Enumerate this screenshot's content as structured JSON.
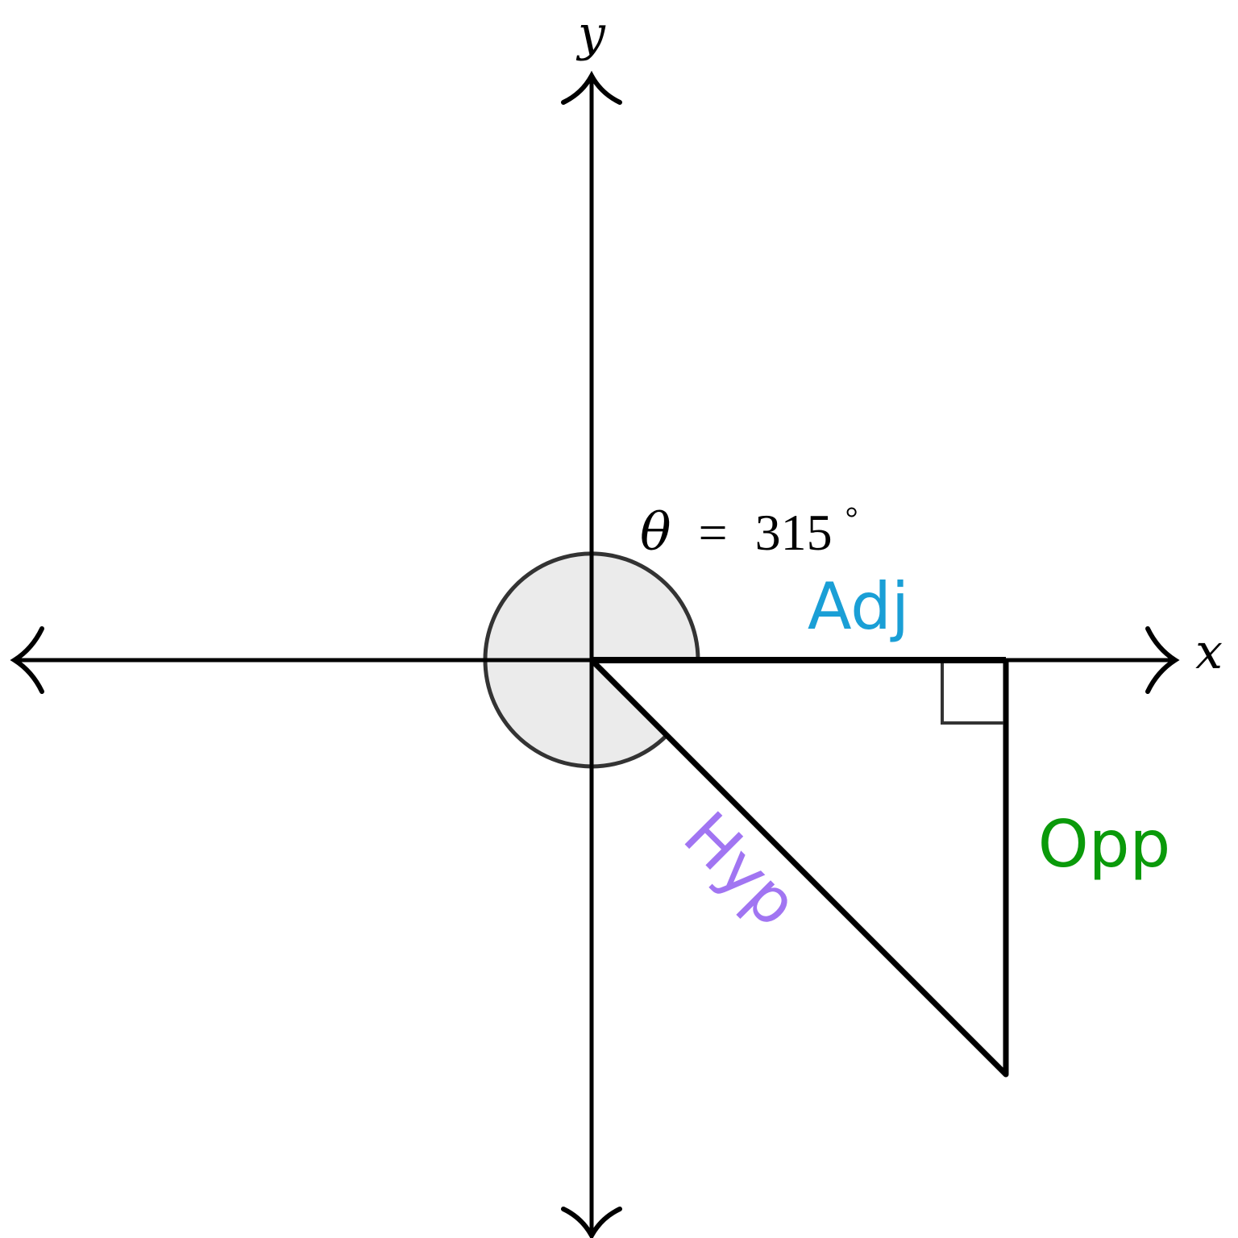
{
  "axes": {
    "x_label": "x",
    "y_label": "y"
  },
  "angle": {
    "label": "θ = 315°",
    "symbol": "θ",
    "equals": "=",
    "value": "315",
    "degree": "°",
    "degrees": 315
  },
  "triangle": {
    "adjacent_label": "Adj",
    "opposite_label": "Opp",
    "hypotenuse_label": "Hyp"
  },
  "colors": {
    "adjacent": "#1a9fd6",
    "opposite": "#0a9a0a",
    "hypotenuse": "#a175f2",
    "angle_fill": "#ebebeb",
    "angle_stroke": "#333333",
    "axis": "#000000"
  }
}
